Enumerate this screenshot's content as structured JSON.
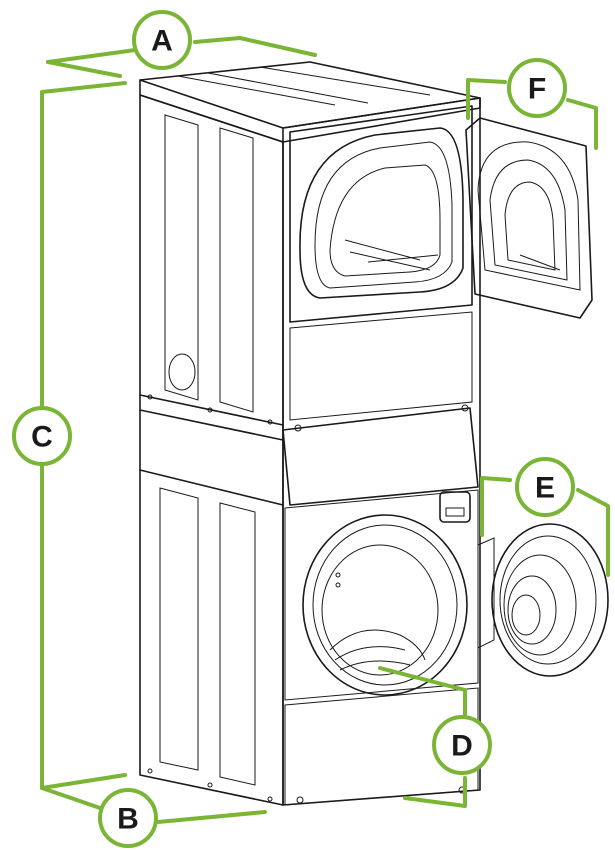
{
  "colors": {
    "accent": "#7ab536",
    "line": "#1a1a1a",
    "background": "#ffffff"
  },
  "labels": {
    "A": "A",
    "B": "B",
    "C": "C",
    "D": "D",
    "E": "E",
    "F": "F"
  }
}
